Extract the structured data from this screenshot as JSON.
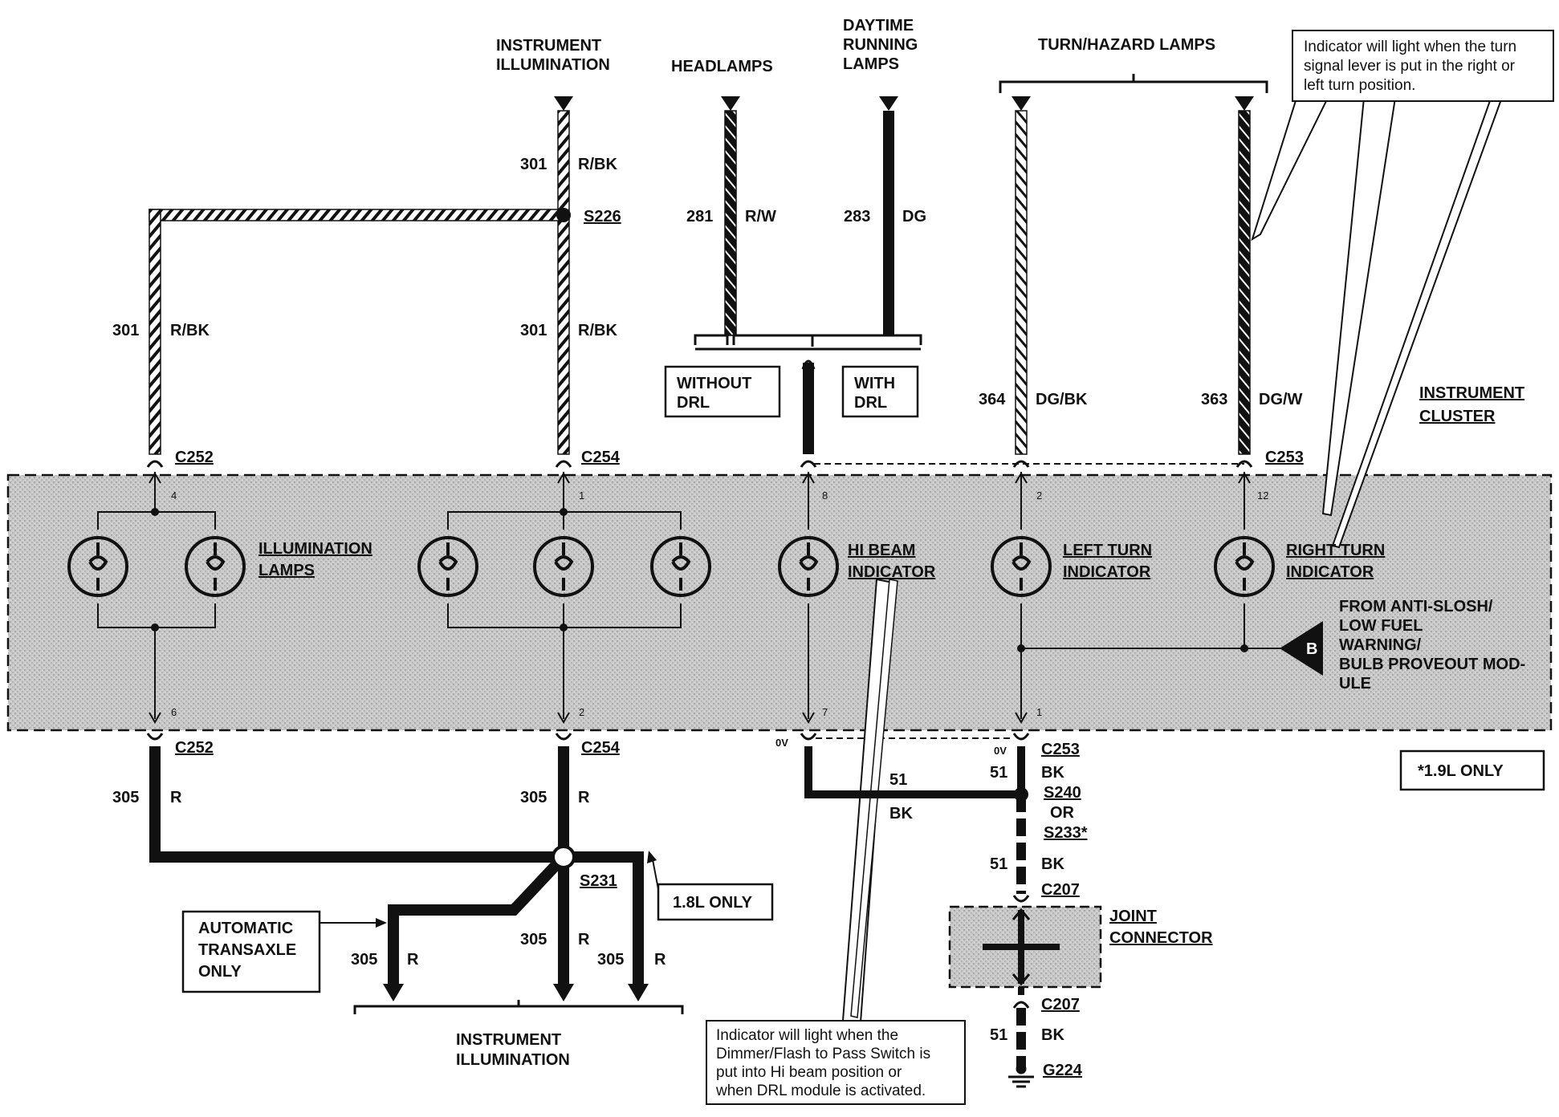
{
  "headers": {
    "instrument_illumination": [
      "INSTRUMENT",
      "ILLUMINATION"
    ],
    "headlamps": "HEADLAMPS",
    "daytime_running_lamps": [
      "DAYTIME",
      "RUNNING",
      "LAMPS"
    ],
    "turn_hazard_lamps": "TURN/HAZARD LAMPS"
  },
  "callouts": {
    "turn_indicator_note": [
      "Indicator will light when the turn",
      "signal lever is put in the right or",
      "left turn position."
    ],
    "hi_beam_note": [
      "Indicator will light when the",
      "Dimmer/Flash to Pass Switch is",
      "put into Hi beam position or",
      "when DRL module is activated."
    ],
    "without_drl": [
      "WITHOUT",
      "DRL"
    ],
    "with_drl": [
      "WITH",
      "DRL"
    ],
    "engine_1_8l_only": "1.8L ONLY",
    "engine_1_9l_only": "*1.9L ONLY",
    "automatic_transaxle_only": [
      "AUTOMATIC",
      "TRANSAXLE",
      "ONLY"
    ]
  },
  "cluster": {
    "title": [
      "INSTRUMENT",
      "CLUSTER"
    ],
    "illumination_lamps": [
      "ILLUMINATION",
      "LAMPS"
    ],
    "hi_beam_indicator": [
      "HI BEAM",
      "INDICATOR"
    ],
    "left_turn_indicator": [
      "LEFT TURN",
      "INDICATOR"
    ],
    "right_turn_indicator": [
      "RIGHT TURN",
      "INDICATOR"
    ],
    "from_module": [
      "FROM ANTI-SLOSH/",
      "LOW FUEL",
      "WARNING/",
      "BULB PROVEOUT MOD-",
      "ULE"
    ],
    "module_letter": "B",
    "pins": {
      "c252_top": "4",
      "c254_top": "1",
      "hibeam_top": "8",
      "left_top": "2",
      "right_top": "12",
      "c252_bot": "6",
      "c254_bot": "2",
      "hibeam_bot": "7",
      "left_bot": "1"
    }
  },
  "connectors": {
    "c252_top": "C252",
    "c254_top": "C254",
    "c253_top": "C253",
    "c252_bot": "C252",
    "c254_bot": "C254",
    "c253_bot": "C253",
    "s226": "S226",
    "s231": "S231",
    "s240": "S240",
    "or": "OR",
    "s233": "S233*",
    "c207_top": "C207",
    "c207_bot": "C207",
    "g224": "G224",
    "joint_connector": [
      "JOINT",
      "CONNECTOR"
    ]
  },
  "wires": {
    "w301_a": {
      "circuit": "301",
      "color": "R/BK"
    },
    "w301_b": {
      "circuit": "301",
      "color": "R/BK"
    },
    "w301_c": {
      "circuit": "301",
      "color": "R/BK"
    },
    "w281": {
      "circuit": "281",
      "color": "R/W"
    },
    "w283": {
      "circuit": "283",
      "color": "DG"
    },
    "w364": {
      "circuit": "364",
      "color": "DG/BK"
    },
    "w363": {
      "circuit": "363",
      "color": "DG/W"
    },
    "w305_left": {
      "circuit": "305",
      "color": "R"
    },
    "w305_center": {
      "circuit": "305",
      "color": "R"
    },
    "w305_auto": {
      "circuit": "305",
      "color": "R"
    },
    "w305_mid": {
      "circuit": "305",
      "color": "R"
    },
    "w305_18": {
      "circuit": "305",
      "color": "R"
    },
    "w51_h": {
      "circuit": "51",
      "color": "BK"
    },
    "w51_a": {
      "circuit": "51",
      "color": "BK"
    },
    "w51_b": {
      "circuit": "51",
      "color": "BK"
    },
    "w51_c": {
      "circuit": "51",
      "color": "BK"
    }
  },
  "voltages": {
    "hibeam": "0V",
    "left_turn": "0V"
  },
  "bottom_label": [
    "INSTRUMENT",
    "ILLUMINATION"
  ]
}
